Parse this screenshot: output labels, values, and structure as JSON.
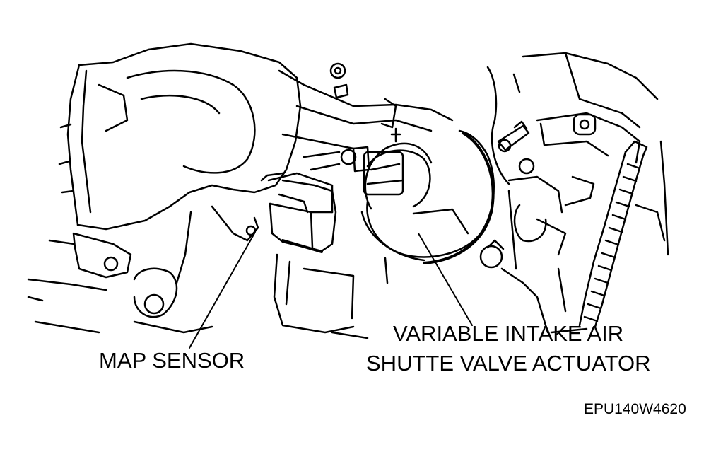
{
  "labels": {
    "map_sensor": "MAP SENSOR",
    "actuator_line1": "VARIABLE INTAKE AIR",
    "actuator_line2": "SHUTTE VALVE ACTUATOR",
    "figure_code": "EPU140W4620"
  },
  "colors": {
    "ink": "#000000",
    "paper": "#ffffff"
  }
}
